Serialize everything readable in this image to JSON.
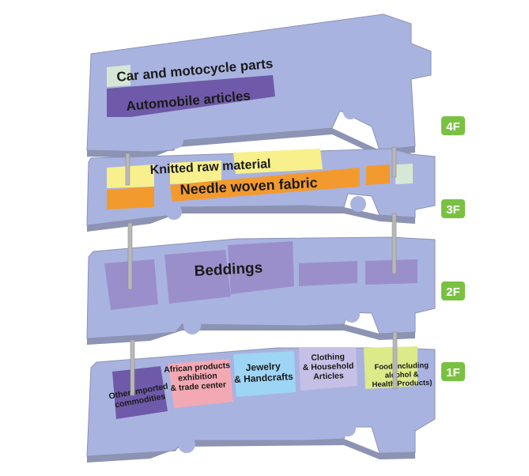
{
  "floors": [
    {
      "label": "4F",
      "zones": [
        "Car and motocycle parts",
        "Automobile articles"
      ]
    },
    {
      "label": "3F",
      "zones": [
        "Knitted raw material",
        "Needle woven fabric"
      ]
    },
    {
      "label": "2F",
      "zones": [
        "Beddings"
      ]
    },
    {
      "label": "1F",
      "zones": [
        {
          "lines": [
            "Other imported",
            "commodities"
          ]
        },
        {
          "lines": [
            "African products",
            "exhibition",
            "& trade center"
          ]
        },
        {
          "lines": [
            "Jewelry",
            "& Handcrafts"
          ]
        },
        {
          "lines": [
            "Clothing",
            "& Household",
            "Articles"
          ]
        },
        {
          "lines": [
            "Food(including",
            "alcohol &",
            "Health Products)"
          ]
        }
      ]
    }
  ],
  "colors": {
    "floor": "#a9b3e0",
    "floor_edge": "#8c93b3",
    "purple_dark": "#6e5aa8",
    "purple_light": "#9a8fcb",
    "mint": "#d6e8d5",
    "yellow": "#f7f08c",
    "orange": "#f39a2e",
    "pink": "#f2a9b4",
    "cyan": "#9ed5f4",
    "lavender": "#c7c0e6",
    "lime": "#dcea8a",
    "badge": "#7ac142",
    "pillar": "#b8b8b8"
  }
}
